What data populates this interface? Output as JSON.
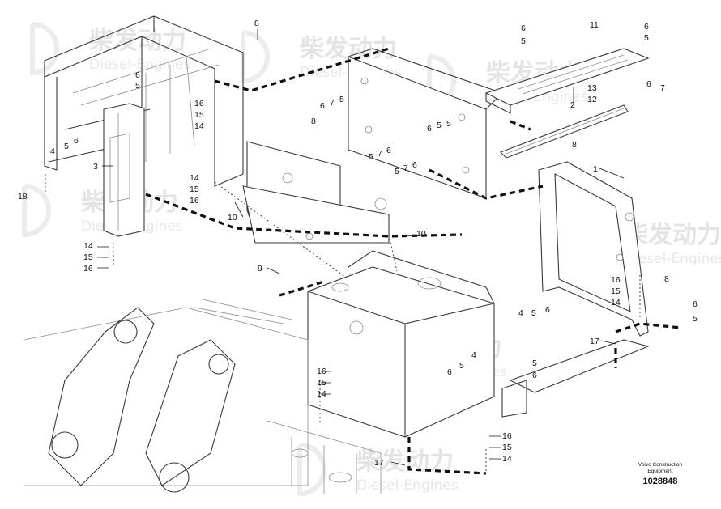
{
  "watermark": {
    "brand_cn": "柴发动力",
    "brand_en": "Diesel-Engines"
  },
  "caption": {
    "line1": "Volvo Construction",
    "line2": "Equipment",
    "number": "1028848"
  },
  "callouts": [
    "8",
    "6",
    "5",
    "11",
    "6",
    "5",
    "6",
    "5",
    "4",
    "5",
    "6",
    "18",
    "3",
    "16",
    "15",
    "14",
    "6",
    "7",
    "5",
    "6",
    "5",
    "2",
    "13",
    "12",
    "6",
    "7",
    "5",
    "8",
    "8",
    "1",
    "14",
    "15",
    "16",
    "10",
    "5",
    "7",
    "6",
    "5",
    "7",
    "6",
    "14",
    "15",
    "16",
    "10",
    "9",
    "16",
    "15",
    "14",
    "8",
    "6",
    "5",
    "4",
    "5",
    "6",
    "17",
    "16",
    "15",
    "14",
    "6",
    "5",
    "4",
    "5",
    "6",
    "16",
    "15",
    "14",
    "17"
  ]
}
